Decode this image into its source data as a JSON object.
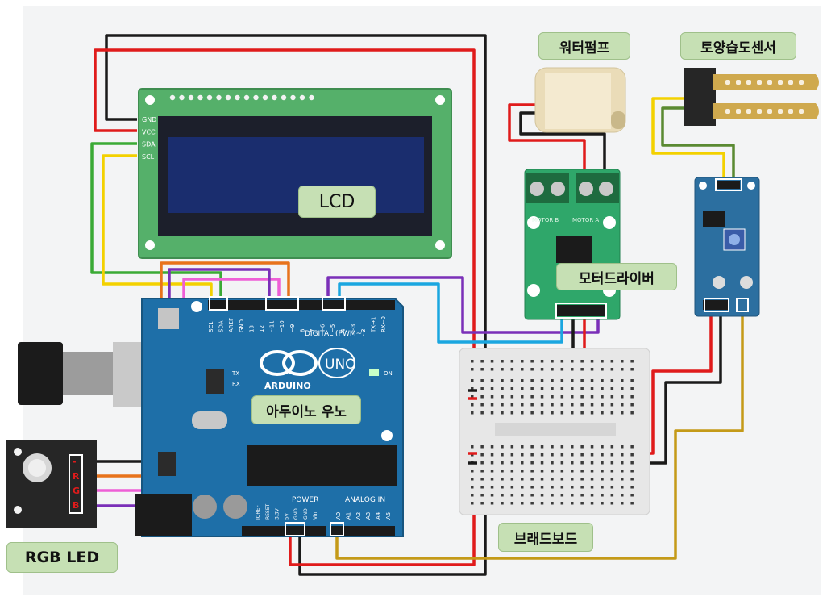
{
  "labels": {
    "lcd": "LCD",
    "arduino": "아두이노 우노",
    "water_pump": "워터펌프",
    "soil_sensor": "토양습도센서",
    "motor_driver": "모터드라이버",
    "breadboard": "브래드보드",
    "rgb_led": "RGB LED"
  },
  "lcd_pins": [
    "GND",
    "VCC",
    "SDA",
    "SCL"
  ],
  "arduino_text": {
    "brand": "ARDUINO",
    "model": "UNO",
    "on": "ON",
    "tx": "TX",
    "rx": "RX",
    "digital": "DIGITAL (PWM~)",
    "power": "POWER",
    "analog_in": "ANALOG IN",
    "header_top": [
      "SCL",
      "SDA",
      "AREF",
      "GND",
      "13",
      "12",
      "~11",
      "~10",
      "~9",
      "8",
      "7",
      "~6",
      "~5",
      "4",
      "~3",
      "2",
      "TX→1",
      "RX←0"
    ],
    "header_power": [
      "IOREF",
      "RESET",
      "3.3V",
      "5V",
      "GND",
      "GND",
      "Vin"
    ],
    "header_analog": [
      "A0",
      "A1",
      "A2",
      "A3",
      "A4",
      "A5"
    ]
  },
  "motor_driver_text": {
    "motor_b": "MOTOR B",
    "motor_a": "MOTOR A"
  },
  "rgb_pins": [
    "-",
    "R",
    "G",
    "B"
  ],
  "colors": {
    "black": "#1a1a1a",
    "red": "#e01b1b",
    "green": "#3aaa35",
    "yellow": "#f3d100",
    "purple": "#7a2fb8",
    "orange": "#e8731c",
    "pink": "#ee5fd6",
    "blue": "#1aa6e0",
    "gold": "#c49a18",
    "olive": "#5a8a32",
    "label_bg": "#c6e0b4",
    "arduino_blue": "#1e6fa8",
    "lcd_green": "#55b06a"
  }
}
